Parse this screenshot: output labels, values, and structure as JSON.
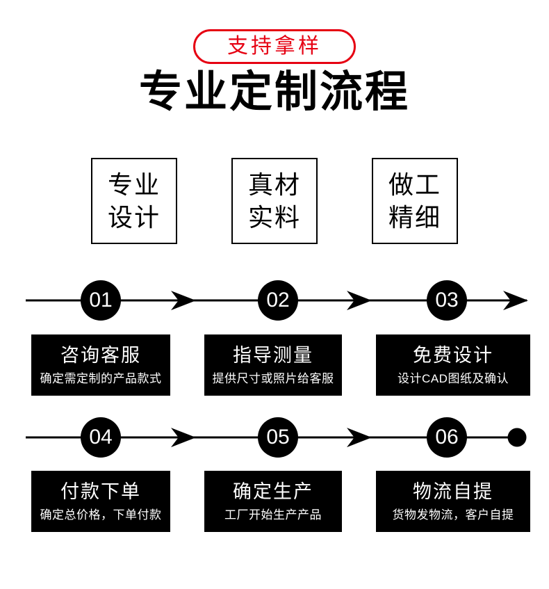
{
  "badge": {
    "label": "支持拿样"
  },
  "title": "专业定制流程",
  "features": [
    {
      "line1": "专业",
      "line2": "设计"
    },
    {
      "line1": "真材",
      "line2": "实料"
    },
    {
      "line1": "做工",
      "line2": "精细"
    }
  ],
  "steps": [
    {
      "number": "01",
      "title": "咨询客服",
      "desc": "确定需定制的产品款式"
    },
    {
      "number": "02",
      "title": "指导测量",
      "desc": "提供尺寸或照片给客服"
    },
    {
      "number": "03",
      "title": "免费设计",
      "desc": "设计CAD图纸及确认"
    },
    {
      "number": "04",
      "title": "付款下单",
      "desc": "确定总价格，下单付款"
    },
    {
      "number": "05",
      "title": "确定生产",
      "desc": "工厂开始生产产品"
    },
    {
      "number": "06",
      "title": "物流自提",
      "desc": "货物发物流，客户自提"
    }
  ],
  "colors": {
    "accent_red": "#e60012",
    "black": "#000000",
    "white": "#ffffff"
  }
}
